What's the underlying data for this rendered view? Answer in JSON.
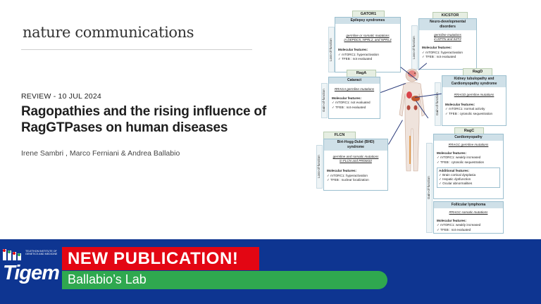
{
  "header": {
    "journal": "nature communications",
    "review_meta": "REVIEW -  10 JUL 2024",
    "title_line1": "Ragopathies and the rising influence of",
    "title_line2": "RagGTPases on human diseases",
    "authors": "Irene Sambri , Marco Ferniani & Andrea Ballabio"
  },
  "figure": {
    "gator1": {
      "tag": "GATOR1",
      "header": "Epilepsy syndromes",
      "mut1": "germline or somatic mutations",
      "mut2": "in DEPDC5, NPRL2, and NPRL3",
      "mol": "Molecular features:",
      "f1": "mTORC1: hyperactivation",
      "f2": "TFEB :        not evaluated",
      "side": "Loss-of-function"
    },
    "kicstor": {
      "tag": "KICSTOR",
      "header1": "Neuro-developmental",
      "header2": "disorders",
      "mut1": "germline mutations",
      "mut2": "in KPTN and SZT2",
      "mol": "Molecular features:",
      "f1": "mTORC1: hyperactivation",
      "f2": "TFEB :      not evaluated",
      "side": "Loss-of-function"
    },
    "raga": {
      "tag": "RagA",
      "header": "Cataract",
      "mut": "RRAGA germline mutations",
      "mol": "Molecular features:",
      "f1": "mTORC1: not evaluated",
      "f2": "TFEB :      not evaluated",
      "side": "Gain-of-function"
    },
    "ragd": {
      "tag": "RagD",
      "header1": "Kidney tubulopathy and",
      "header2": "Cardiomyopathy syndrome",
      "mut": "RRAGD germline mutations",
      "mol": "Molecular features:",
      "f1": "mTORC1:  normal activity",
      "f2": "TFEB : cytosolic sequestration",
      "side": "Gain-of-function"
    },
    "flcn": {
      "tag": "FLCN",
      "header1": "Birt-Hogg-Dubé (BHD)",
      "header2": "syndrome",
      "mut1": "germline and somatic mutations",
      "mut2": "in FLCN and PRDM10",
      "mol": "Molecular features:",
      "f1": "mTORC1:  hyperactivation",
      "f2": "TFEB :         nuclear localization",
      "side": "Loss-of-function"
    },
    "ragc": {
      "tag": "RagC",
      "header": "Cardiomyopathy",
      "mut": "RRAGC germline mutations",
      "mol": "Molecular features:",
      "f1": "mTORC1: weakly increased",
      "f2": "TFEB : cytosolic sequestration",
      "add": "Additional features:",
      "a1": "Brain cortical dysplasia",
      "a2": "Hepatic dysfunction",
      "a3": "Ocular abnormalities",
      "header2": "Follicular lymphoma",
      "mut2": "RRAGC somatic mutations",
      "mol2": "Molecular features:",
      "g1": "mTORC1: weakly increased",
      "g2": "TFEB :       not evaluated",
      "side": "Gain-of-function"
    }
  },
  "banner": {
    "logo": "Tigem",
    "logo_sub": "TELETHON INSTITUTE OF GENETICS AND MEDICINE",
    "headline": "NEW PUBLICATION!",
    "lab": "Ballabio’s Lab"
  },
  "colors": {
    "blue": "#0e3591",
    "red": "#e30613",
    "green": "#2fa84f"
  }
}
